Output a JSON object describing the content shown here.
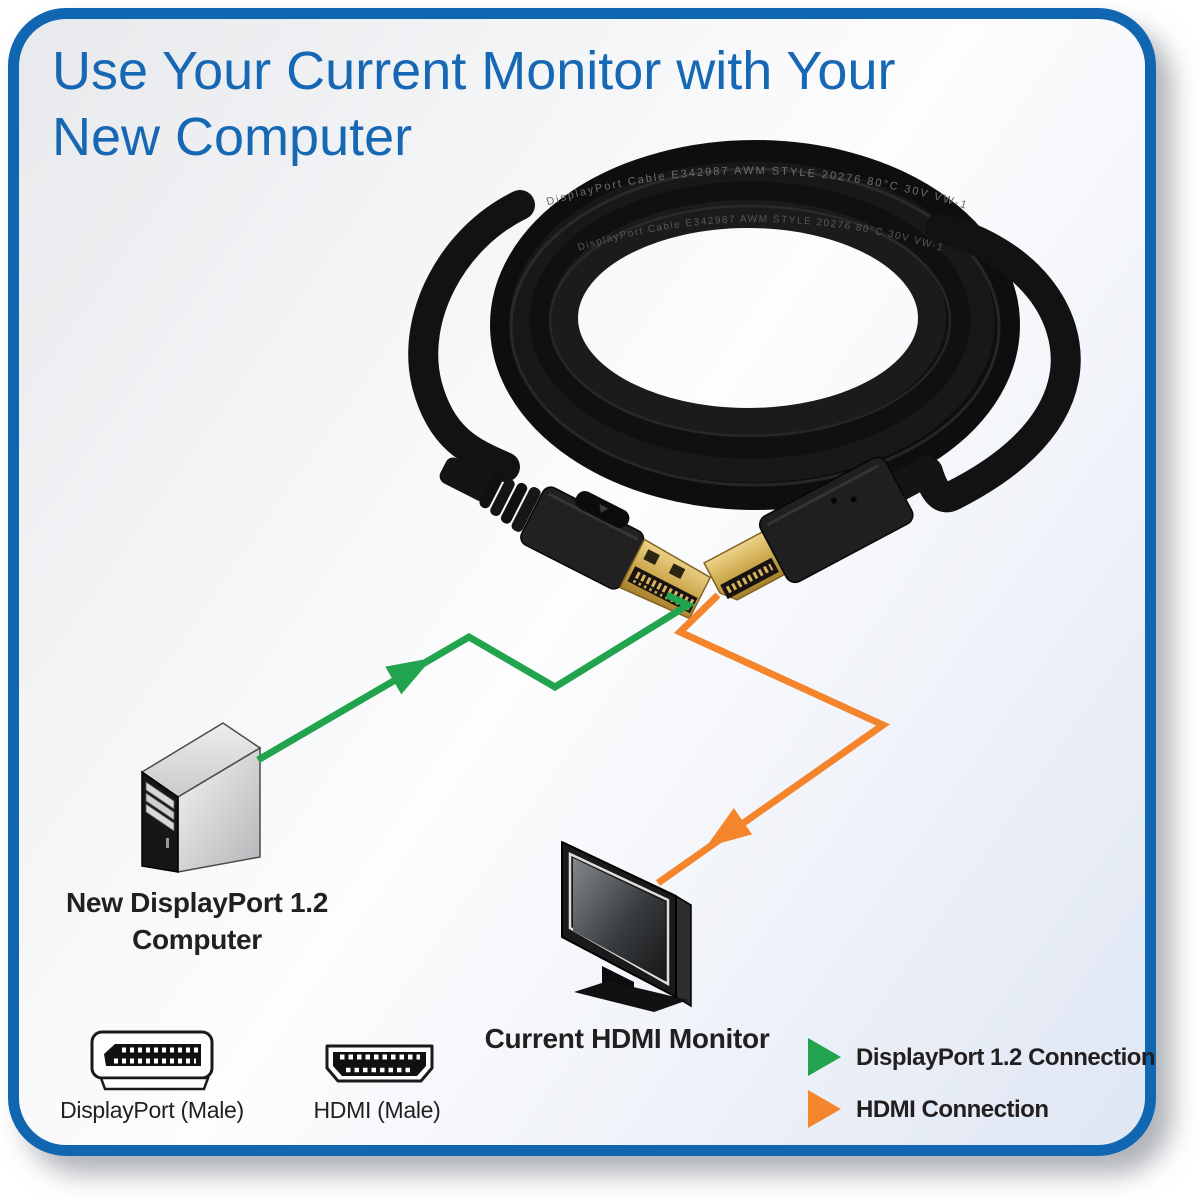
{
  "title": {
    "line1": "Use Your Current Monitor with Your",
    "line2": "New Computer",
    "color": "#1768b4"
  },
  "frame": {
    "border_color": "#1166b2"
  },
  "cable": {
    "print_text": "DisplayPort   Cable   E342987      AWM   STYLE   20276   80°C   30V   VW-1"
  },
  "devices": {
    "computer": {
      "label_line1": "New DisplayPort 1.2",
      "label_line2": "Computer"
    },
    "monitor": {
      "label": "Current HDMI Monitor"
    }
  },
  "legend": {
    "displayport": {
      "label": "DisplayPort 1.2 Connection",
      "color": "#21a44d"
    },
    "hdmi": {
      "label": "HDMI Connection",
      "color": "#f5852d"
    }
  },
  "connector_key": {
    "displayport": {
      "label": "DisplayPort (Male)"
    },
    "hdmi": {
      "label": "HDMI (Male)"
    }
  }
}
